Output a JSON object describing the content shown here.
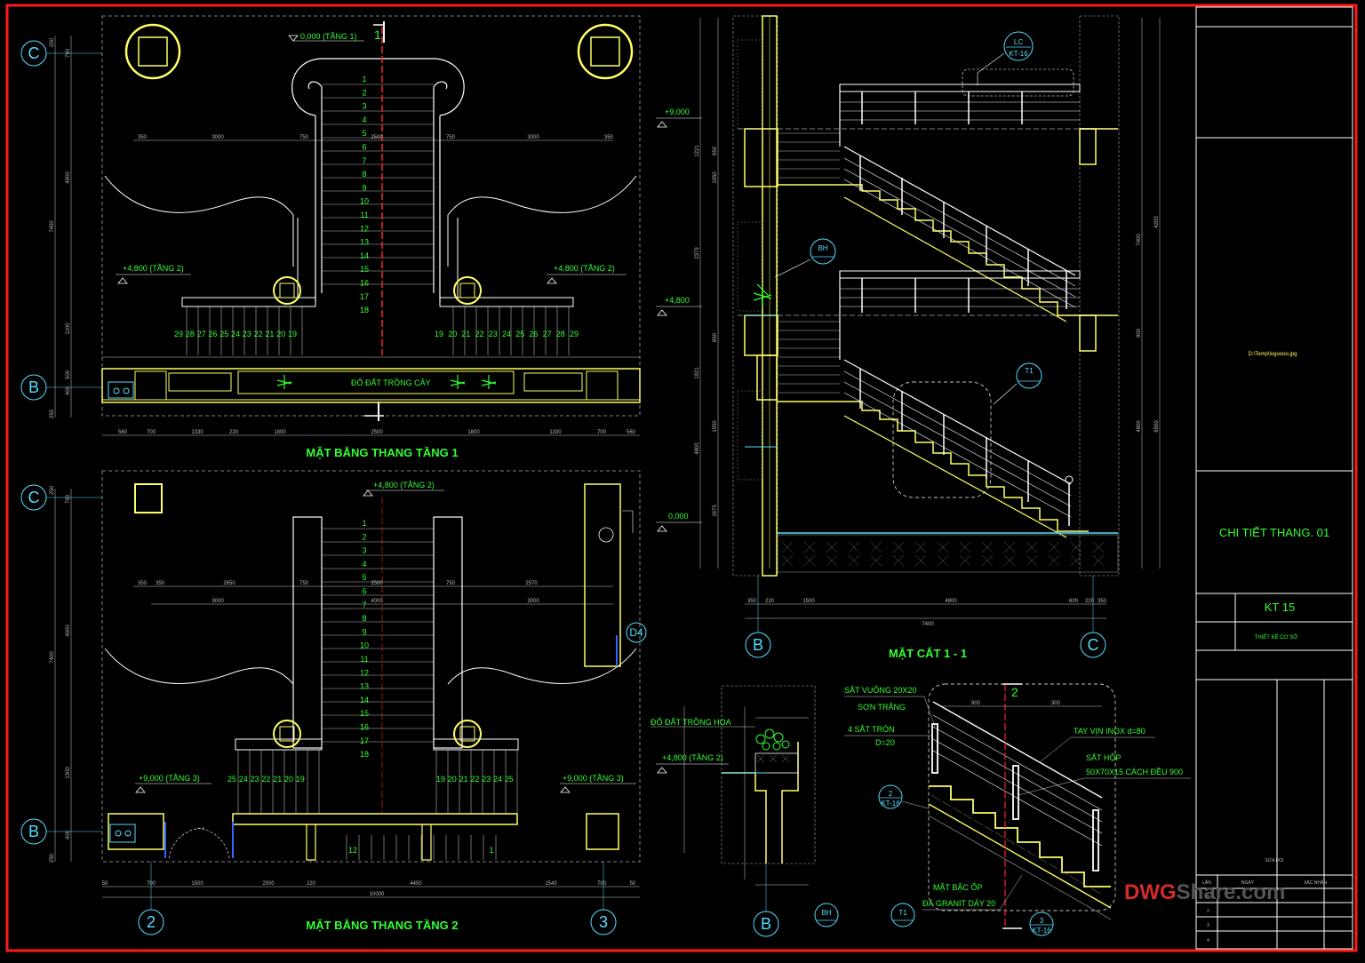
{
  "sheet": {
    "panel_title": "CHI TIẾT THANG. 01",
    "drawing_no": "KT 15",
    "phase": "THIẾT KẾ CƠ SỞ",
    "logo_text": "D:\\Temp\\logoooo.jpg",
    "rev_title": "SỬA ĐỔI",
    "rev_headers": [
      "LẦN",
      "NGÀY",
      "XÁC NHẬN"
    ],
    "rev_rows": [
      "1",
      "2",
      "3",
      "4"
    ],
    "watermark_a": "DWG",
    "watermark_b": "Share.com"
  },
  "plan1": {
    "title": "MẶT BẰNG THANG TẦNG 1",
    "level_top": "0,000 (TẦNG 1)",
    "level_left": "+4,800 (TẦNG 2)",
    "level_right": "+4,800 (TẦNG 2)",
    "planter": "ĐỔ ĐẤT TRỒNG CÂY",
    "steps_up": [
      "1",
      "2",
      "3",
      "4",
      "5",
      "6",
      "7",
      "8",
      "9",
      "10",
      "11",
      "12",
      "13",
      "14",
      "15",
      "16",
      "17",
      "18"
    ],
    "steps_left": [
      "29",
      "28",
      "27",
      "26",
      "25",
      "24",
      "23",
      "22",
      "21",
      "20",
      "19"
    ],
    "steps_right": [
      "19",
      "20",
      "21",
      "22",
      "23",
      "24",
      "25",
      "26",
      "27",
      "28",
      "29"
    ],
    "dims_top": [
      "350",
      "3000",
      "750",
      "2500",
      "750",
      "3000",
      "350"
    ],
    "dims_bottom": [
      "560",
      "700",
      "1330",
      "220",
      "1800",
      "2500",
      "1800",
      "1330",
      "700",
      "560"
    ],
    "dims_left": [
      "250",
      "790",
      "4900",
      "7400",
      "1100",
      "500",
      "400",
      "250"
    ],
    "grid_c": "C",
    "grid_b": "B",
    "section_mark": "1"
  },
  "plan2": {
    "title": "MẶT BẰNG THANG TẦNG 2",
    "level_top": "+4,800 (TẦNG 2)",
    "level_left": "+9,000 (TẦNG 3)",
    "level_right": "+9,000 (TẦNG 3)",
    "steps_up": [
      "1",
      "2",
      "3",
      "4",
      "5",
      "6",
      "7",
      "8",
      "9",
      "10",
      "11",
      "12",
      "13",
      "14",
      "15",
      "16",
      "17",
      "18"
    ],
    "steps_left": [
      "25",
      "24",
      "23",
      "22",
      "21",
      "20",
      "19"
    ],
    "steps_right": [
      "19",
      "20",
      "21",
      "22",
      "23",
      "24",
      "25"
    ],
    "step_12": "12",
    "step_1": "1",
    "dims_top": [
      "350",
      "350",
      "2650",
      "750",
      "2500",
      "750",
      "2570"
    ],
    "dims_mid": [
      "3000",
      "4000",
      "3000"
    ],
    "dims_bottom": [
      "50",
      "700",
      "1500",
      "2500",
      "220",
      "4450",
      "1540",
      "700",
      "50"
    ],
    "dims_total": "10000",
    "dims_left": [
      "250",
      "790",
      "4900",
      "7400",
      "1300",
      "400",
      "250"
    ],
    "grid_c": "C",
    "grid_b": "B",
    "grid_2": "2",
    "grid_3": "3",
    "tag_d4": "D4"
  },
  "section": {
    "title": "MẶT CẮT 1 - 1",
    "level_9000": "+9,000",
    "level_4800": "+4,800",
    "level_0": "0,000",
    "tag_lc_top": "LC",
    "tag_lc_bottom": "KT-16",
    "tag_bh": "BH",
    "tag_t1": "T1",
    "dims_bottom": [
      "350",
      "220",
      "1500",
      "4800",
      "600",
      "220",
      "350"
    ],
    "dims_total": "7400",
    "dims_left": [
      "650",
      "1221",
      "1950",
      "2379",
      "650",
      "1921",
      "1950",
      "4800",
      "1675"
    ],
    "dims_right": [
      "4200",
      "7400",
      "900",
      "4800",
      "6500"
    ],
    "grid_b": "B",
    "grid_c": "C"
  },
  "planter_detail": {
    "label": "ĐỔ ĐẤT TRỒNG HOA",
    "level": "+4,800 (TẦNG 2)",
    "grid_b": "B",
    "tag_bh": "BH",
    "tag_t1": "T1"
  },
  "rail_detail": {
    "mark_top": "2",
    "label_1": "SẮT VUÔNG 20X20",
    "label_2": "SƠN TRẮNG",
    "label_3": "4 SẮT TRÒN",
    "label_4": "D=20",
    "label_5": "TAY VỊN INOX d=80",
    "label_6": "SẮT HỘP",
    "label_7": "50X70X15 CÁCH ĐỀU 900",
    "label_8": "MẶT BẬC ỐP",
    "label_9": "ĐÁ GRANIT DÀY 20",
    "tag_2_top": "2",
    "tag_2_bottom": "KT-16",
    "tag_3_top": "3",
    "tag_3_bottom": "KT-16",
    "dims_top": [
      "900",
      "300"
    ]
  },
  "colors": {
    "border": "#ff1a1a",
    "green": "#33ff33",
    "yellow": "#ffff66",
    "cyan": "#55ddff",
    "white": "#ffffff",
    "red_axis": "#ff2222"
  }
}
